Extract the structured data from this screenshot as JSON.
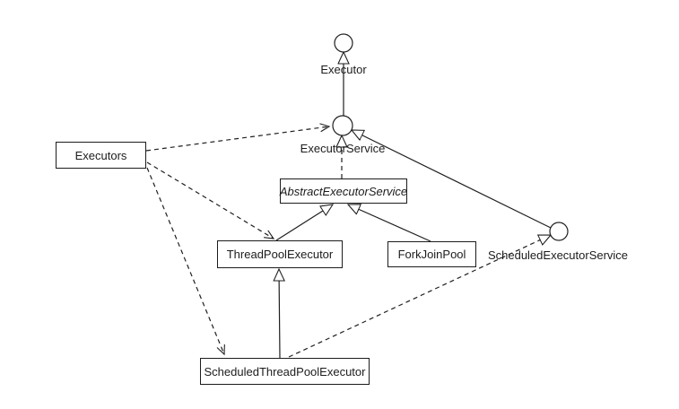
{
  "diagram": {
    "background": "#ffffff",
    "stroke_color": "#1f1f1f",
    "nodes": {
      "executor": {
        "label": "Executor",
        "kind": "interface"
      },
      "executorService": {
        "label": "ExecutorService",
        "kind": "interface"
      },
      "scheduledExecutorService": {
        "label": "ScheduledExecutorService",
        "kind": "interface"
      },
      "executors": {
        "label": "Executors",
        "kind": "class"
      },
      "abstractExecutorService": {
        "label": "AbstractExecutorService",
        "kind": "abstract-class"
      },
      "threadPoolExecutor": {
        "label": "ThreadPoolExecutor",
        "kind": "class"
      },
      "forkJoinPool": {
        "label": "ForkJoinPool",
        "kind": "class"
      },
      "scheduledThreadPoolExecutor": {
        "label": "ScheduledThreadPoolExecutor",
        "kind": "class"
      }
    },
    "edges": [
      {
        "from": "ExecutorService",
        "to": "Executor",
        "line": "solid",
        "head": "hollow-triangle"
      },
      {
        "from": "AbstractExecutorService",
        "to": "ExecutorService",
        "line": "dashed",
        "head": "hollow-triangle"
      },
      {
        "from": "ThreadPoolExecutor",
        "to": "AbstractExecutorService",
        "line": "solid",
        "head": "hollow-triangle"
      },
      {
        "from": "ForkJoinPool",
        "to": "AbstractExecutorService",
        "line": "solid",
        "head": "hollow-triangle"
      },
      {
        "from": "ScheduledExecutorService",
        "to": "ExecutorService",
        "line": "solid",
        "head": "hollow-triangle"
      },
      {
        "from": "ScheduledThreadPoolExecutor",
        "to": "ThreadPoolExecutor",
        "line": "solid",
        "head": "hollow-triangle"
      },
      {
        "from": "ScheduledThreadPoolExecutor",
        "to": "ScheduledExecutorService",
        "line": "dashed",
        "head": "hollow-triangle"
      },
      {
        "from": "Executors",
        "to": "ExecutorService",
        "line": "dashed",
        "head": "open-arrow"
      },
      {
        "from": "Executors",
        "to": "ThreadPoolExecutor",
        "line": "dashed",
        "head": "open-arrow"
      },
      {
        "from": "Executors",
        "to": "ScheduledThreadPoolExecutor",
        "line": "dashed",
        "head": "open-arrow"
      }
    ]
  }
}
